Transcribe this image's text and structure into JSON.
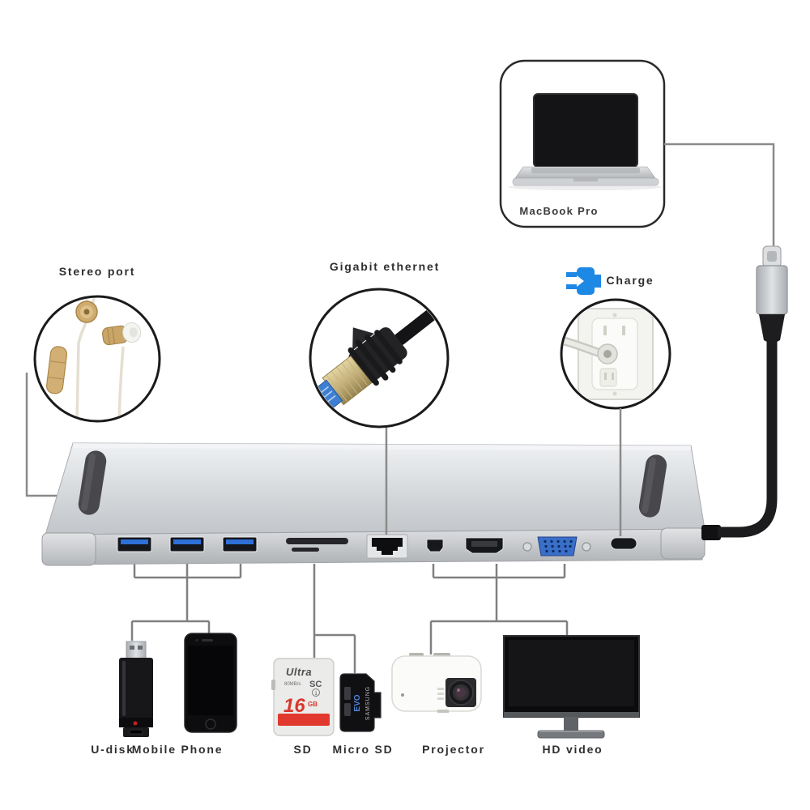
{
  "page": {
    "type": "usb-c-hub-connection-diagram",
    "background": "#ffffff"
  },
  "computer": {
    "label": "MacBook Pro"
  },
  "callouts": {
    "stereo": {
      "label": "Stereo port",
      "icon": "earbuds-illustration"
    },
    "ethernet": {
      "label": "Gigabit ethernet",
      "icon": "ethernet-cable-illustration"
    },
    "charge": {
      "label": "Charge",
      "icon": "plug-icon",
      "accent": "#1e88e5"
    }
  },
  "hub": {
    "ports": [
      "usb-a-1",
      "usb-a-2",
      "usb-a-3",
      "sd-card-slot",
      "micro-sd-slot",
      "gigabit-ethernet-rj45",
      "mini-displayport",
      "hdmi",
      "vga",
      "usb-c-power"
    ]
  },
  "devices": [
    {
      "label": "U-disk"
    },
    {
      "label": "Mobile Phone"
    },
    {
      "label": "SD"
    },
    {
      "label": "Micro SD"
    },
    {
      "label": "Projector"
    },
    {
      "label": "HD video"
    }
  ],
  "sd_card": {
    "brand": "Ultra",
    "speed": "80MB/s",
    "type_logo": "SC",
    "uhs": "1",
    "capacity": "16",
    "capacity_unit": "GB"
  },
  "micro_sd_card": {
    "brand": "SAMSUNG",
    "series": "EVO"
  },
  "colors": {
    "charge_blue": "#1e88e5",
    "usb_port_blue": "#2f6fd8",
    "vga_blue": "#3a6fc9",
    "sd_red": "#e2392e",
    "line_gray": "#808080",
    "hub_silver": "#c9ccd0",
    "earbud_gold": "#c7a468"
  }
}
